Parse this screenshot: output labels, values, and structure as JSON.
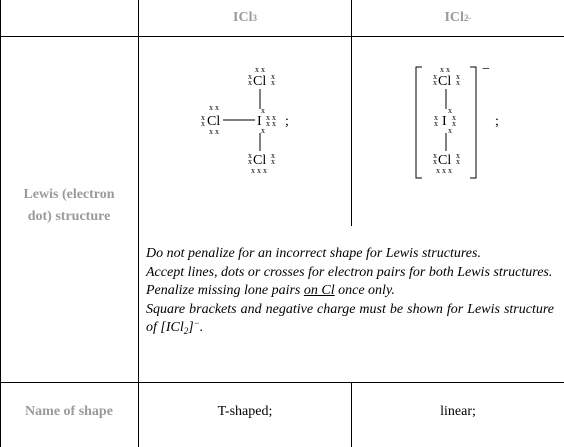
{
  "table": {
    "headers": {
      "col1": {
        "base": "ICl",
        "sub": "3",
        "sup": ""
      },
      "col2": {
        "base": "ICl",
        "sub": "2",
        "sup": "−"
      }
    },
    "rows": {
      "lewis": {
        "label": "Lewis (electron dot) structure"
      },
      "shape": {
        "label": "Name of shape",
        "icl3": "T-shaped;",
        "icl2": "linear;"
      }
    }
  },
  "lewis_structures": {
    "icl3": {
      "central": "I",
      "ligand": "Cl",
      "terminator": ";"
    },
    "icl2": {
      "central": "I",
      "ligand": "Cl",
      "charge": "−",
      "terminator": ";"
    }
  },
  "notes": {
    "line1": "Do not penalize for an incorrect shape for Lewis structures.",
    "line2": "Accept lines, dots or crosses for electron pairs for both Lewis structures.",
    "line3_pre": "Penalize missing lone pairs ",
    "line3_u": "on Cl",
    "line3_post": " once only.",
    "line4_pre": "Square brackets and negative charge must be shown for Lewis structure of [ICl",
    "line4_sub": "2",
    "line4_mid": "]",
    "line4_sup": "−",
    "line4_post": "."
  }
}
